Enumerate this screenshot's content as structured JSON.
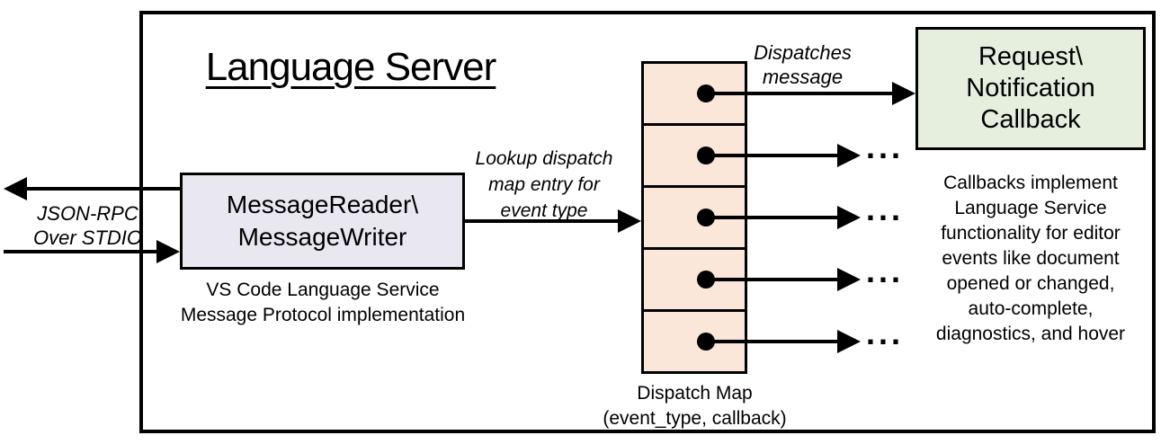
{
  "title": "Language Server",
  "io_label": "JSON-RPC\nOver STDIO",
  "message_box": {
    "label": "MessageReader\\\nMessageWriter",
    "caption": "VS Code Language Service\nMessage Protocol implementation"
  },
  "lookup_label": "Lookup dispatch\nmap entry for\nevent type",
  "dispatches_label": "Dispatches\nmessage",
  "dispatch_map": {
    "caption": "Dispatch Map\n(event_type, callback)",
    "row_count": 5,
    "ellipsis": "..."
  },
  "callback_box": {
    "label": "Request\\\nNotification\nCallback",
    "note": "Callbacks implement\nLanguage Service\nfunctionality for editor\nevents like document\nopened or changed,\nauto-complete,\ndiagnostics, and hover"
  },
  "colors": {
    "message_box_fill": "#e9e8f1",
    "dispatch_cell_fill": "#fbe7d9",
    "callback_box_fill": "#e6efde",
    "line_color": "#000000"
  }
}
